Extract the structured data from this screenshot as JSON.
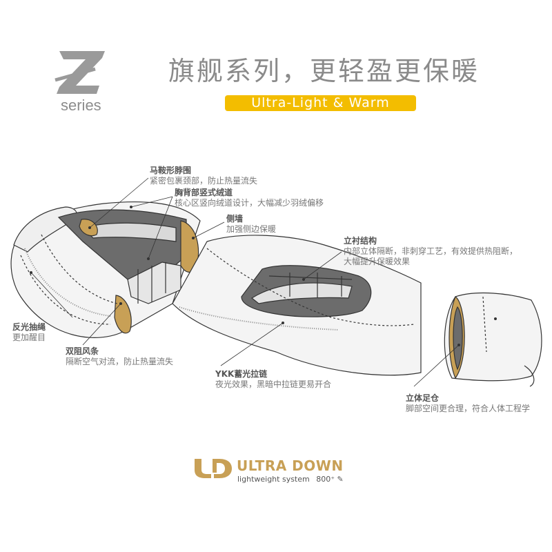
{
  "header": {
    "logo_letter": "Z",
    "series_label": "series",
    "headline": "旗舰系列，更轻盈更保暖",
    "tagline": "Ultra-Light  &  Warm"
  },
  "annotations": [
    {
      "id": "collar",
      "title": "马鞍形脖围",
      "desc": [
        "紧密包裹颈部，防止热量流失"
      ]
    },
    {
      "id": "chest",
      "title": "胸背部竖式绒道",
      "desc": [
        "核心区竖向绒道设计，大幅减少羽绒偏移"
      ]
    },
    {
      "id": "sidewall",
      "title": "侧墙",
      "desc": [
        "加强侧边保暖"
      ]
    },
    {
      "id": "baffle",
      "title": "立衬结构",
      "desc": [
        "内部立体隔断，非刺穿工艺，有效提供热阻断，",
        "大幅提升保暖效果"
      ]
    },
    {
      "id": "cord",
      "title": "反光抽绳",
      "desc": [
        "更加醒目"
      ]
    },
    {
      "id": "draft",
      "title": "双阻风条",
      "desc": [
        "隔断空气对流，防止热量流失"
      ]
    },
    {
      "id": "zipper",
      "title": "YKK蓄光拉链",
      "desc": [
        "夜光效果，黑暗中拉链更易开合"
      ]
    },
    {
      "id": "footbox",
      "title": "立体足仓",
      "desc": [
        "脚部空间更合理，符合人体工程学"
      ]
    }
  ],
  "brand": {
    "name": "ULTRA DOWN",
    "sub": "lightweight system",
    "badge": "800⁺",
    "accent_color": "#c8a056"
  },
  "colors": {
    "pill": "#f3bd00",
    "headline": "#8a8a8a",
    "gold": "#c8a056",
    "gray_inner": "#666666"
  }
}
